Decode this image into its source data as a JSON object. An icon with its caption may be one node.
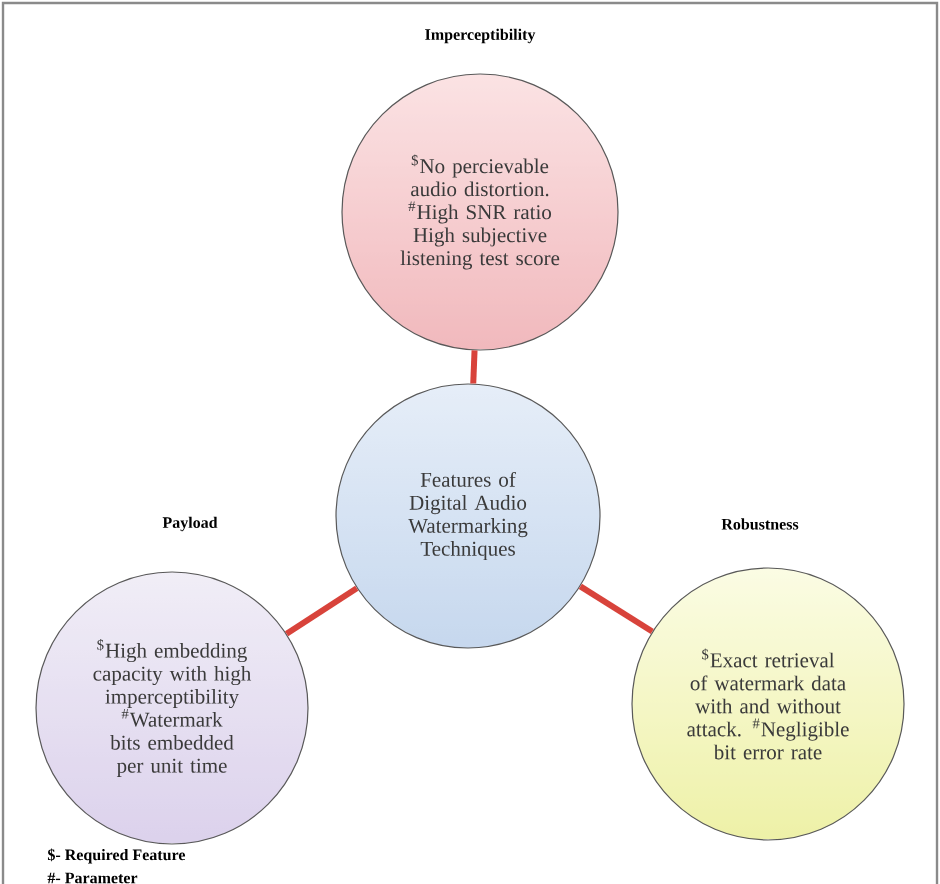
{
  "diagram": {
    "nodes": [
      {
        "text": [
          "Features of Digital Audio Watermarking Techniques"
        ]
      },
      {
        "text": [
          "Imperceptibility",
          "$^{$}$No percievable audio distortion. $^{#}$High SNR ratio High subjective listening test score"
        ]
      },
      {
        "text": [
          "Payload",
          "$^{$}$High embedding capacity with high imperceptibility $^{#}$Watermark bits embedded per unit time"
        ]
      },
      {
        "text": [
          "Robustness",
          "$^{$}$Exact retrieval of watermark data with and without attack. $^{#}$Negligible bit error rate"
        ]
      }
    ],
    "edges": [
      {
        "from": 0,
        "to": 1,
        "arrow": "none"
      },
      {
        "from": 0,
        "to": 2,
        "arrow": "none"
      },
      {
        "from": 0,
        "to": 3,
        "arrow": "none"
      }
    ],
    "labels": [
      "$- Required Feature",
      "#- Parameter"
    ]
  }
}
